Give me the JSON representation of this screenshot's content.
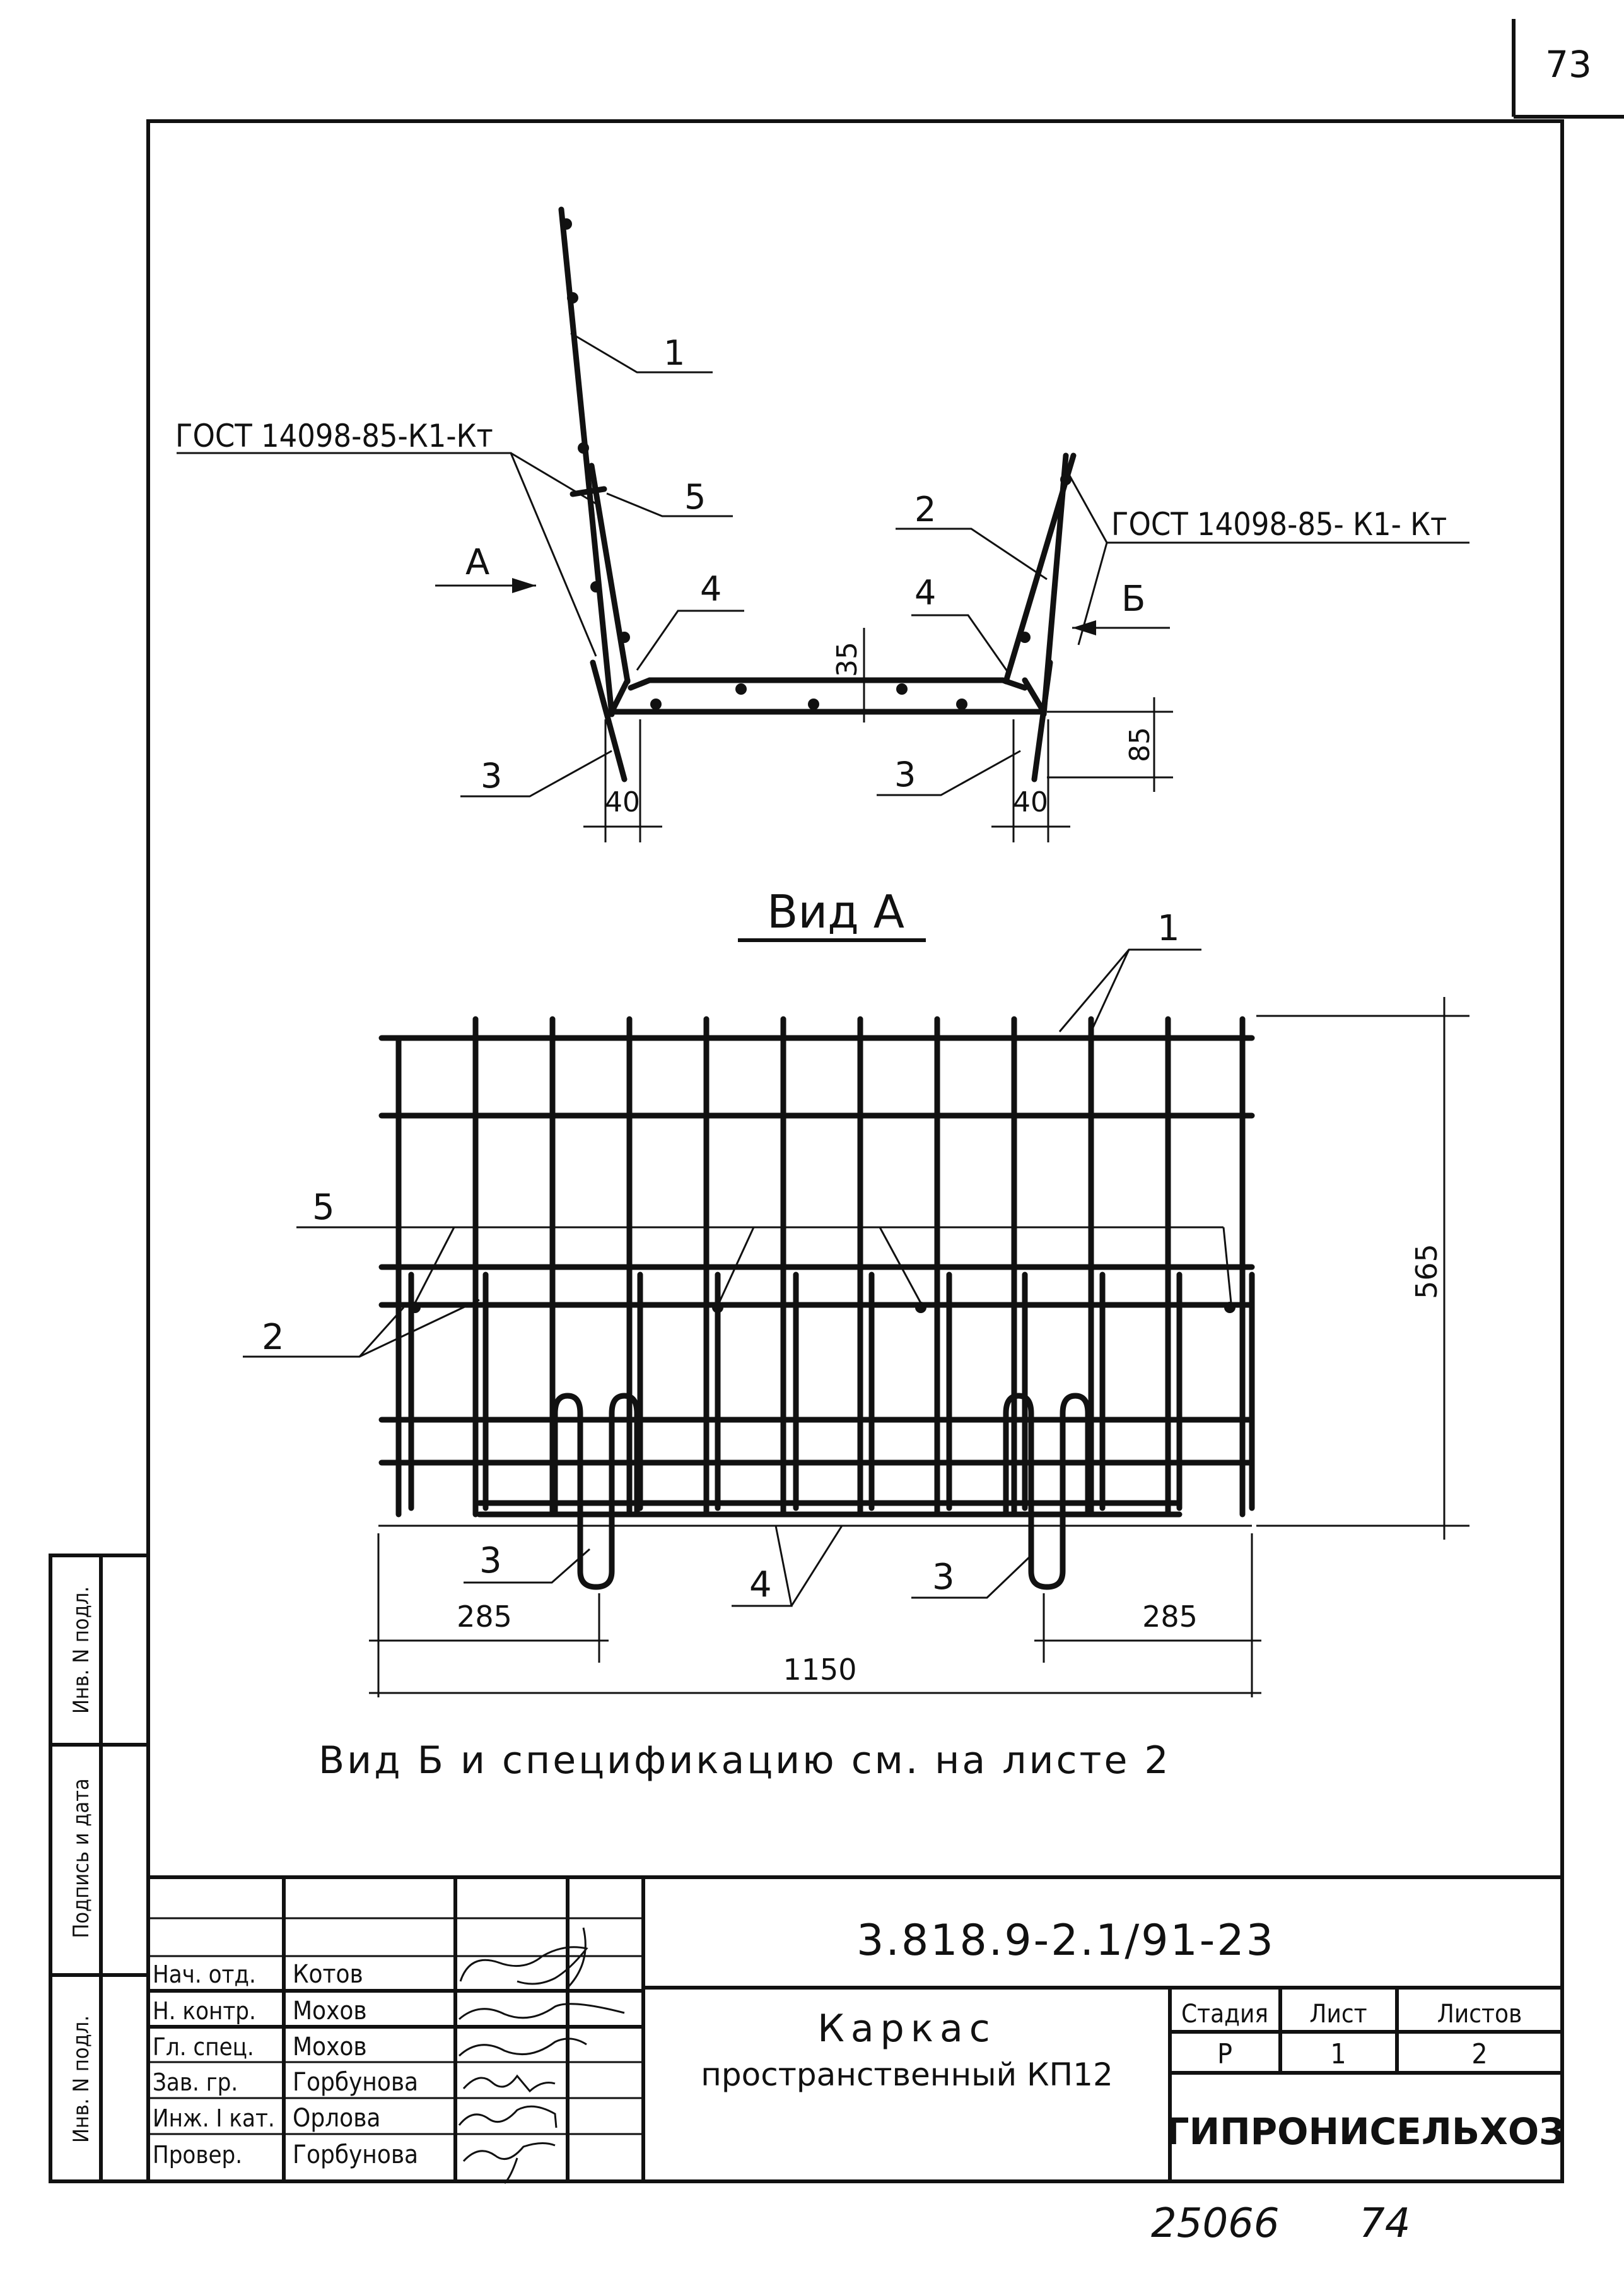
{
  "page_number": "73",
  "section": {
    "callouts": {
      "c1": "1",
      "c2": "2",
      "c3a": "3",
      "c3b": "3",
      "c4a": "4",
      "c4b": "4",
      "c5": "5"
    },
    "gost_left": "ГОСТ 14098-85-К1-Кт",
    "gost_right": "ГОСТ 14098-85- К1- Кт",
    "arrow_a": "А",
    "arrow_b": "Б",
    "dims": {
      "d35": "35",
      "d85": "85",
      "d40a": "40",
      "d40b": "40"
    }
  },
  "view_a": {
    "title": "Вид А",
    "callouts": {
      "c1": "1",
      "c2": "2",
      "c3a": "3",
      "c3b": "3",
      "c4": "4",
      "c5": "5"
    },
    "dims": {
      "height": "565",
      "left": "285",
      "right": "285",
      "total": "1150"
    }
  },
  "note": "Вид Б и спецификацию см. на листе 2",
  "side_stamp": {
    "inv_podl": "Инв. N подл.",
    "podpis_data": "Подпись и дата",
    "inv_podl_2": "Инв. N подл."
  },
  "title_block": {
    "code": "3.818.9-2.1/91-23",
    "title_line1": "Каркас",
    "title_line2": "пространственный КП12",
    "headers": {
      "stage": "Стадия",
      "sheet": "Лист",
      "sheets": "Листов"
    },
    "values": {
      "stage": "Р",
      "sheet": "1",
      "sheets": "2"
    },
    "org": "ГИПРОНИСЕЛЬХОЗ",
    "staff": [
      {
        "role": "Нач. отд.",
        "name": "Котов"
      },
      {
        "role": "Н. контр.",
        "name": "Мохов"
      },
      {
        "role": "Гл. спец.",
        "name": "Мохов"
      },
      {
        "role": "Зав. гр.",
        "name": "Горбунова"
      },
      {
        "role": "Инж. I кат.",
        "name": "Орлова"
      },
      {
        "role": "Провер.",
        "name": "Горбунова"
      }
    ]
  },
  "footer": {
    "inventory": "25066",
    "number": "74"
  }
}
